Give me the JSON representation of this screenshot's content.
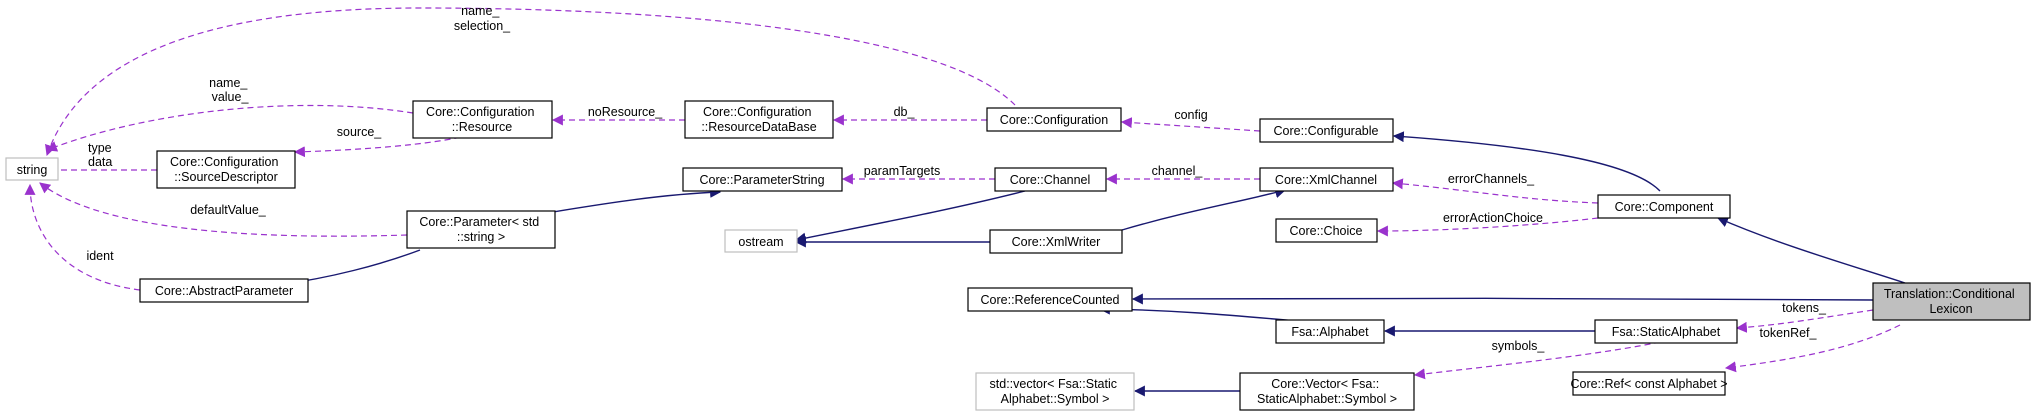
{
  "nodes": [
    {
      "id": "string",
      "lines": [
        "string"
      ],
      "external": true
    },
    {
      "id": "ostream",
      "lines": [
        "ostream"
      ],
      "external": true
    },
    {
      "id": "cfg_sourcedesc",
      "lines": [
        "Core::Configuration",
        "::SourceDescriptor"
      ]
    },
    {
      "id": "cfg_resource",
      "lines": [
        "Core::Configuration",
        "::Resource"
      ]
    },
    {
      "id": "cfg_resourcedb",
      "lines": [
        "Core::Configuration",
        "::ResourceDataBase"
      ]
    },
    {
      "id": "configuration",
      "lines": [
        "Core::Configuration"
      ]
    },
    {
      "id": "configurable",
      "lines": [
        "Core::Configurable"
      ]
    },
    {
      "id": "parameterstring",
      "lines": [
        "Core::ParameterString"
      ]
    },
    {
      "id": "channel",
      "lines": [
        "Core::Channel"
      ]
    },
    {
      "id": "xmlchannel",
      "lines": [
        "Core::XmlChannel"
      ]
    },
    {
      "id": "component",
      "lines": [
        "Core::Component"
      ]
    },
    {
      "id": "choice",
      "lines": [
        "Core::Choice"
      ]
    },
    {
      "id": "parameter",
      "lines": [
        "Core::Parameter< std",
        "::string >"
      ]
    },
    {
      "id": "xmlwriter",
      "lines": [
        "Core::XmlWriter"
      ]
    },
    {
      "id": "abstractparameter",
      "lines": [
        "Core::AbstractParameter"
      ]
    },
    {
      "id": "refcounted",
      "lines": [
        "Core::ReferenceCounted"
      ]
    },
    {
      "id": "alphabet",
      "lines": [
        "Fsa::Alphabet"
      ]
    },
    {
      "id": "staticalphabet",
      "lines": [
        "Fsa::StaticAlphabet"
      ]
    },
    {
      "id": "vector_symbol_ext",
      "lines": [
        "std::vector< Fsa::Static",
        "Alphabet::Symbol >"
      ],
      "external": true
    },
    {
      "id": "core_vector",
      "lines": [
        "Core::Vector< Fsa::",
        "StaticAlphabet::Symbol >"
      ]
    },
    {
      "id": "core_ref",
      "lines": [
        "Core::Ref< const Alphabet >"
      ]
    },
    {
      "id": "lexicon",
      "lines": [
        "Translation::Conditional",
        "Lexicon"
      ],
      "focus": true
    }
  ],
  "edge_labels": {
    "name_selection": [
      "name_",
      "selection_"
    ],
    "name_value": [
      "name_",
      "value_"
    ],
    "type_data": [
      "type",
      "data"
    ],
    "default_value": [
      "defaultValue_"
    ],
    "ident": [
      "ident"
    ],
    "source": [
      "source_"
    ],
    "no_resource": [
      "noResource_"
    ],
    "db": [
      "db_"
    ],
    "config": [
      "config"
    ],
    "param_targets": [
      "paramTargets"
    ],
    "channel": [
      "channel_"
    ],
    "error_channels": [
      "errorChannels_"
    ],
    "error_action_choice": [
      "errorActionChoice"
    ],
    "tokens": [
      "tokens_"
    ],
    "token_ref": [
      "tokenRef_"
    ],
    "symbols": [
      "symbols_"
    ]
  }
}
